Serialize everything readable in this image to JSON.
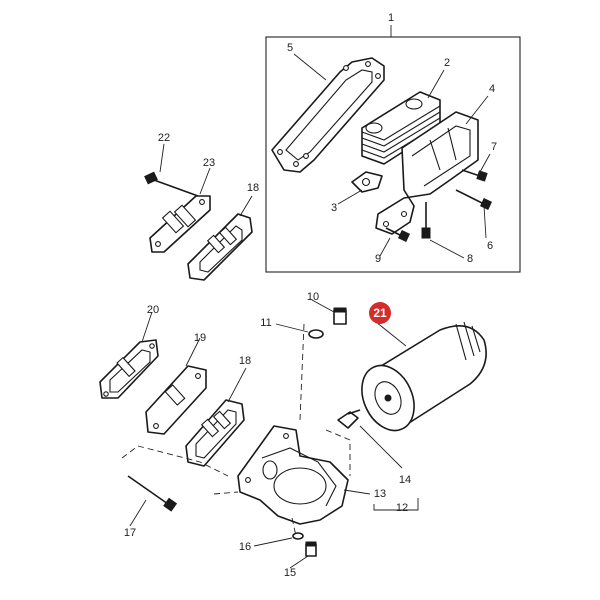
{
  "callouts": {
    "c1": "1",
    "c2": "2",
    "c3": "3",
    "c4": "4",
    "c5": "5",
    "c6": "6",
    "c7": "7",
    "c8": "8",
    "c9": "9",
    "c10": "10",
    "c11": "11",
    "c12": "12",
    "c13": "13",
    "c14": "14",
    "c15": "15",
    "c16": "16",
    "c17": "17",
    "c18a": "18",
    "c18b": "18",
    "c19": "19",
    "c20": "20",
    "c21": "21",
    "c22": "22",
    "c23": "23"
  },
  "colors": {
    "highlight_badge": "#d42b2b",
    "line": "#1a1a1a"
  },
  "highlighted_part": "21"
}
